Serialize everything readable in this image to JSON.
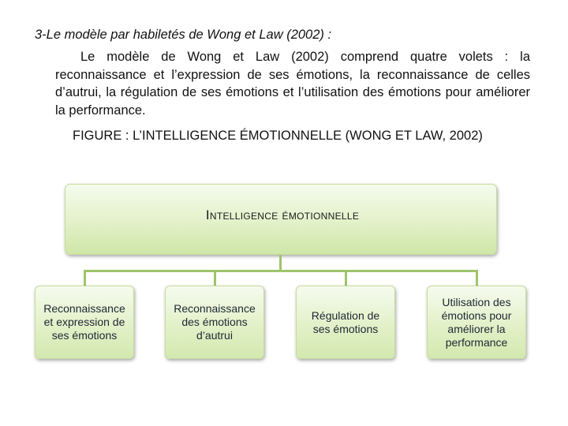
{
  "heading": "3-Le modèle par habiletés de Wong et Law (2002) :",
  "paragraph": "Le modèle de Wong et Law (2002) comprend quatre volets : la reconnaissance et l’expression de ses émotions, la reconnaissance de celles d’autrui, la régulation de ses émotions et l’utilisation des émotions pour améliorer la performance.",
  "figure_caption": "FIGURE  : L’INTELLIGENCE ÉMOTIONNELLE (WONG ET LAW, 2002)",
  "diagram": {
    "root": "Intelligence émotionnelle",
    "children": [
      "Reconnaissance\net expression de\nses émotions",
      "Reconnaissance\ndes émotions\nd’autrui",
      "Régulation de\nses émotions",
      "Utilisation des\némotions pour\naméliorer la\nperformance"
    ],
    "colors": {
      "box_fill": "#e2f1c8",
      "connector": "#9fc46a"
    }
  }
}
